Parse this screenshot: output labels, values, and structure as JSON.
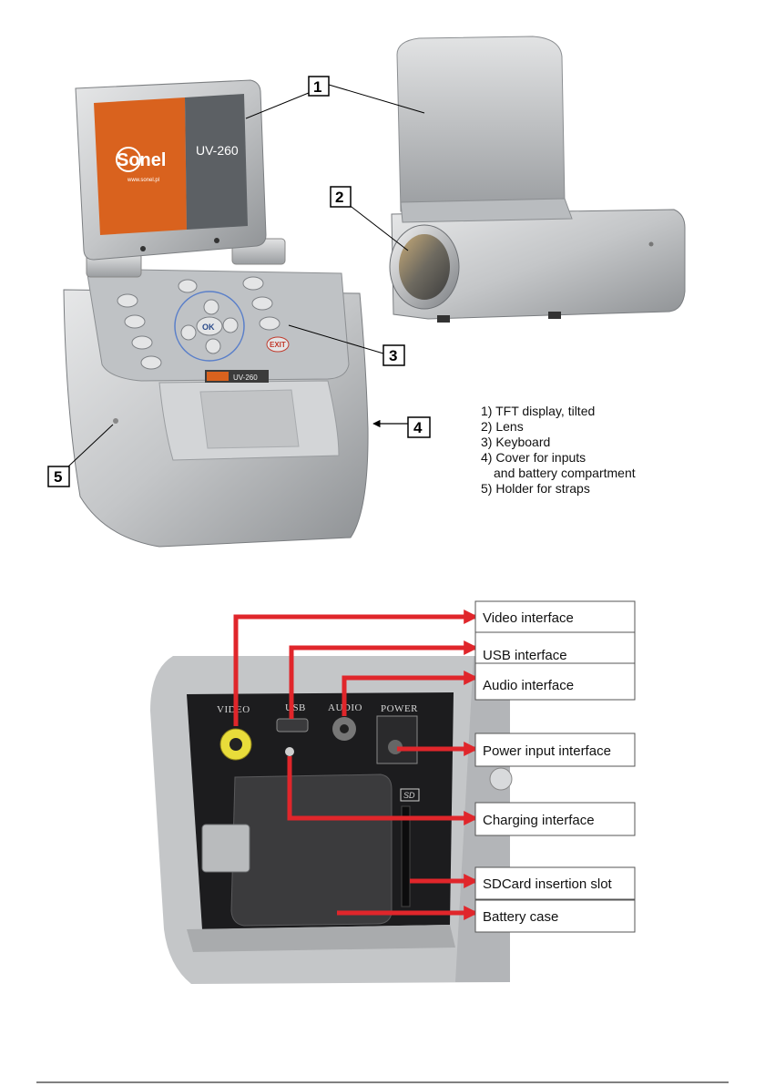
{
  "device": {
    "screen_brand": "Sonel",
    "screen_url": "www.sonel.pl",
    "screen_model": "UV-260",
    "badge_model": "UV-260",
    "ok_key": "OK",
    "exit_key": "EXIT"
  },
  "callouts": [
    "1",
    "2",
    "3",
    "4",
    "5"
  ],
  "legend": [
    "1) TFT display, tilted",
    "2) Lens",
    "3) Keyboard",
    "4) Cover for inputs",
    "and battery compartment",
    "5) Holder for straps"
  ],
  "ports": {
    "video": "VIDEO",
    "usb": "USB",
    "audio": "AUDIO",
    "power": "POWER",
    "sd": "SD"
  },
  "interfaces": [
    "Video interface",
    "USB interface",
    "Audio interface",
    "Power input interface",
    "Charging interface",
    "SDCard insertion slot",
    "Battery case"
  ],
  "colors": {
    "arrow_red": "#e0262b",
    "screen_orange": "#d9621e",
    "screen_gray": "#5c6064",
    "body_silver": "#c9cbcd",
    "port_panel": "#1c1c1e"
  }
}
